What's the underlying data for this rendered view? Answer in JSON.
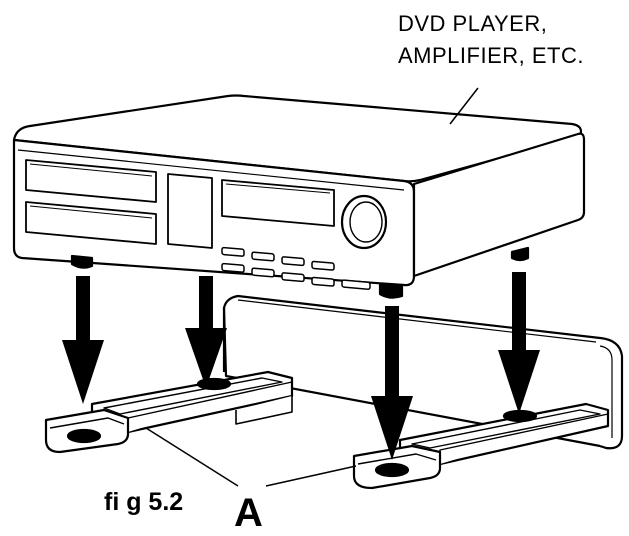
{
  "callout_label": {
    "line1": "DVD PLAYER,",
    "line2": "AMPLIFIER, ETC."
  },
  "figure_label": "fi g 5.2",
  "part_label": "A",
  "icons": {
    "device": "dvd-player-device",
    "arrows": "down-arrow",
    "bracket": "shelf-bracket"
  }
}
